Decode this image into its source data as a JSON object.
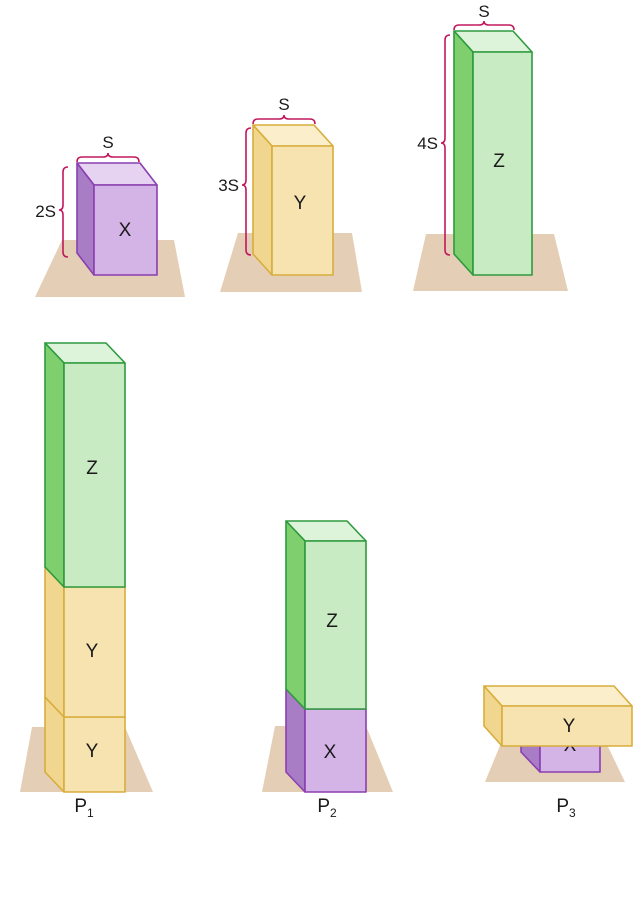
{
  "colors": {
    "base": "#e4cfb6",
    "x": {
      "front": "#d4b3e6",
      "top": "#e6d3f2",
      "side": "#a97cc6",
      "stroke": "#8a3fb0"
    },
    "y": {
      "front": "#f7e3b0",
      "top": "#fbeecb",
      "side": "#f0d68f",
      "stroke": "#d8ad3c"
    },
    "z": {
      "front": "#c9ebc3",
      "top": "#def4da",
      "side": "#7fcf6e",
      "stroke": "#2e9a3e"
    },
    "brace": "#c2185b"
  },
  "blocks": {
    "x": {
      "label": "X",
      "width_label": "S",
      "height_label": "2S"
    },
    "y": {
      "label": "Y",
      "width_label": "S",
      "height_label": "3S"
    },
    "z": {
      "label": "Z",
      "width_label": "S",
      "height_label": "4S"
    }
  },
  "stacks": [
    {
      "label": "P",
      "subscript": "1",
      "blocks": [
        "Y",
        "Y",
        "Z"
      ]
    },
    {
      "label": "P",
      "subscript": "2",
      "blocks": [
        "X",
        "Z"
      ]
    },
    {
      "label": "P",
      "subscript": "3",
      "blocks": [
        "X",
        "Y"
      ]
    }
  ]
}
